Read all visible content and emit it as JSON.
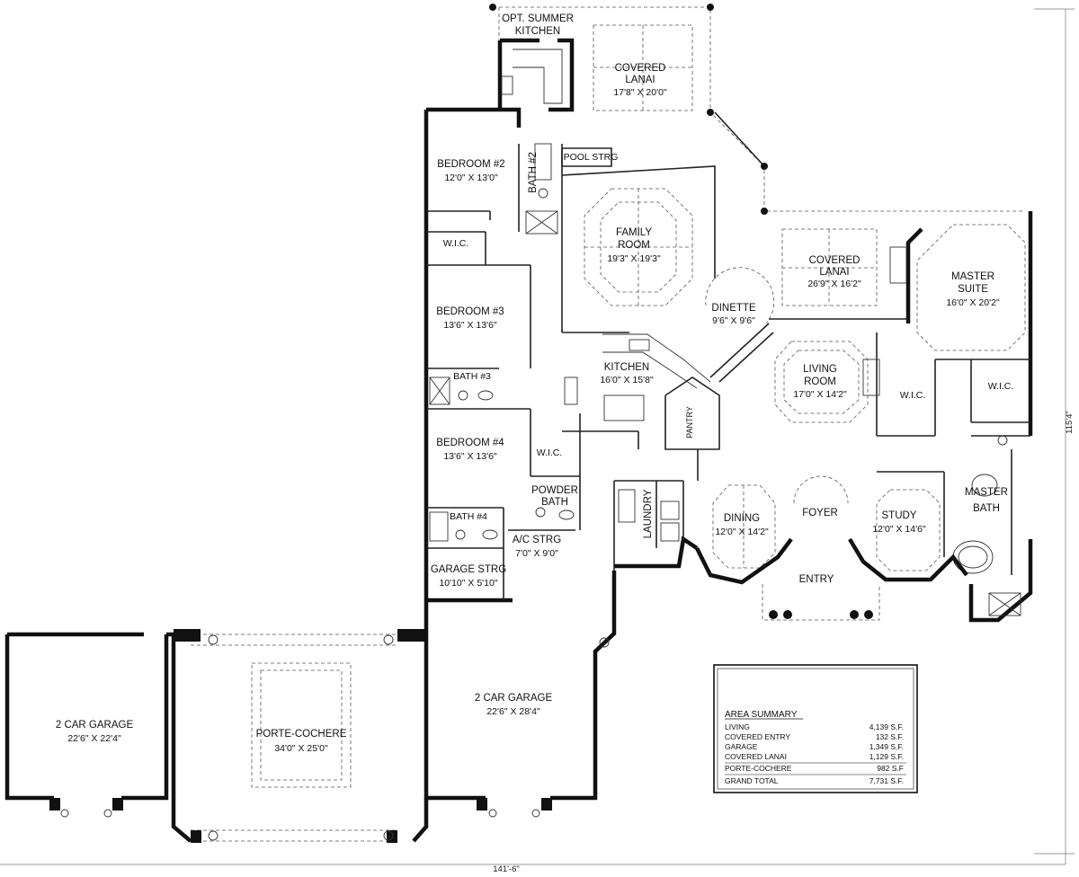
{
  "rooms": {
    "opt_summer_kitchen": {
      "line1": "OPT. SUMMER",
      "line2": "KITCHEN"
    },
    "covered_lanai_rear": {
      "line1": "COVERED",
      "line2": "LANAI",
      "dim": "17'8\" X 20'0\""
    },
    "pool_strg": {
      "name": "POOL STRG"
    },
    "bedroom2": {
      "name": "BEDROOM #2",
      "dim": "12'0\" X 13'0\""
    },
    "bath2": {
      "name": "BATH #2"
    },
    "family_room": {
      "line1": "FAMILY",
      "line2": "ROOM",
      "dim": "19'3\" X 19'3\""
    },
    "covered_lanai_side": {
      "line1": "COVERED",
      "line2": "LANAI",
      "dim": "26'9\" X 16'2\""
    },
    "master_suite": {
      "line1": "MASTER",
      "line2": "SUITE",
      "dim": "16'0\" X 20'2\""
    },
    "wic1": {
      "name": "W.I.C."
    },
    "bedroom3": {
      "name": "BEDROOM #3",
      "dim": "13'6\" X 13'6\""
    },
    "dinette": {
      "name": "DINETTE",
      "dim": "9'6\" X 9'6\""
    },
    "bath3": {
      "name": "BATH #3"
    },
    "kitchen": {
      "name": "KITCHEN",
      "dim": "16'0\" X 15'8\""
    },
    "living_room": {
      "line1": "LIVING",
      "line2": "ROOM",
      "dim": "17'0\" X 14'2\""
    },
    "pantry": {
      "name": "PANTRY"
    },
    "wic_master1": {
      "name": "W.I.C."
    },
    "wic_master2": {
      "name": "W.I.C."
    },
    "bedroom4": {
      "name": "BEDROOM #4",
      "dim": "13'6\" X 13'6\""
    },
    "wic2": {
      "name": "W.I.C."
    },
    "powder_bath": {
      "line1": "POWDER",
      "line2": "BATH"
    },
    "laundry": {
      "name": "LAUNDRY"
    },
    "dining": {
      "name": "DINING",
      "dim": "12'0\" X 14'2\""
    },
    "foyer": {
      "name": "FOYER"
    },
    "study": {
      "name": "STUDY",
      "dim": "12'0\" X 14'6\""
    },
    "master_bath": {
      "line1": "MASTER",
      "line2": "BATH"
    },
    "bath4": {
      "name": "BATH #4"
    },
    "ac_strg": {
      "name": "A/C STRG",
      "dim": "7'0\" X 9'0\""
    },
    "garage_strg": {
      "name": "GARAGE STRG",
      "dim": "10'10\" X 5'10\""
    },
    "entry": {
      "name": "ENTRY"
    },
    "garage_left": {
      "name": "2 CAR GARAGE",
      "dim": "22'6\" X 22'4\""
    },
    "porte_cochere": {
      "name": "PORTE-COCHERE",
      "dim": "34'0\" X 25'0\""
    },
    "garage_right": {
      "name": "2 CAR GARAGE",
      "dim": "22'6\" X 28'4\""
    }
  },
  "dimensions": {
    "overall_width": "141'-6\"",
    "overall_depth": "115'4\""
  },
  "area_summary": {
    "title": "AREA SUMMARY",
    "rows": [
      {
        "label": "LIVING",
        "value": "4,139 S.F."
      },
      {
        "label": "COVERED ENTRY",
        "value": "132 S.F."
      },
      {
        "label": "GARAGE",
        "value": "1,349 S.F."
      },
      {
        "label": "COVERED LANAI",
        "value": "1,129 S.F."
      }
    ],
    "porte": {
      "label": "PORTE-COCHERE",
      "value": "982  S.F"
    },
    "total": {
      "label": "GRAND TOTAL",
      "value": "7,731 S.F."
    }
  }
}
